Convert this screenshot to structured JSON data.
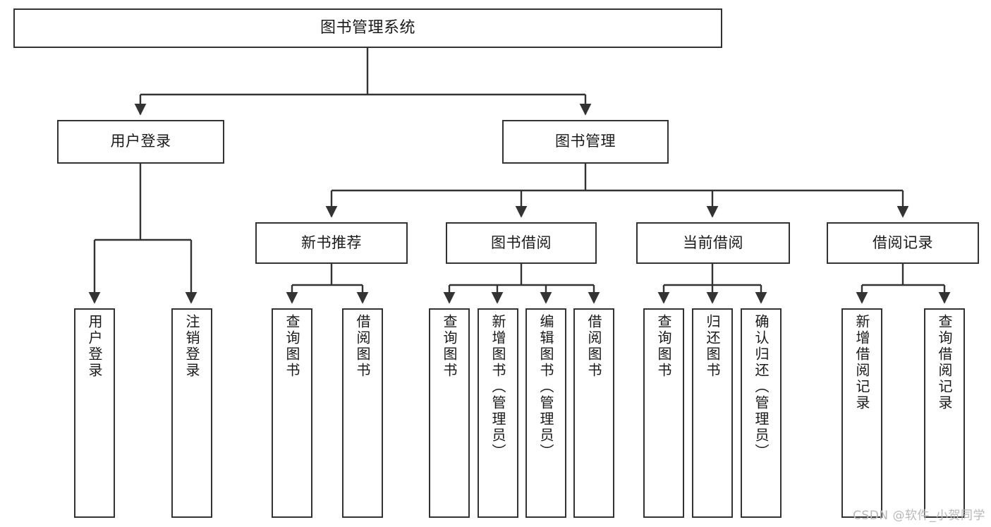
{
  "diagram": {
    "title": "图书管理系统",
    "root": {
      "label": "图书管理系统"
    },
    "level1": [
      {
        "label": "用户登录"
      },
      {
        "label": "图书管理"
      }
    ],
    "level2": [
      {
        "label": "新书推荐"
      },
      {
        "label": "图书借阅"
      },
      {
        "label": "当前借阅"
      },
      {
        "label": "借阅记录"
      }
    ],
    "leaves": {
      "user_login": [
        {
          "label": "用户登录"
        },
        {
          "label": "注销登录"
        }
      ],
      "new_book": [
        {
          "label": "查询图书"
        },
        {
          "label": "借阅图书"
        }
      ],
      "book_borrow": [
        {
          "label": "查询图书"
        },
        {
          "label": "新增图书（管理员）"
        },
        {
          "label": "编辑图书（管理员）"
        },
        {
          "label": "借阅图书"
        }
      ],
      "current_borrow": [
        {
          "label": "查询图书"
        },
        {
          "label": "归还图书"
        },
        {
          "label": "确认归还（管理员）"
        }
      ],
      "borrow_record": [
        {
          "label": "新增借阅记录"
        },
        {
          "label": "查询借阅记录"
        }
      ]
    }
  },
  "watermark": {
    "text": "CSDN @软件_小贺同学"
  },
  "colors": {
    "border": "#333333",
    "background": "#ffffff",
    "text": "#1a1a1a",
    "watermark": "#b8b8b8"
  }
}
